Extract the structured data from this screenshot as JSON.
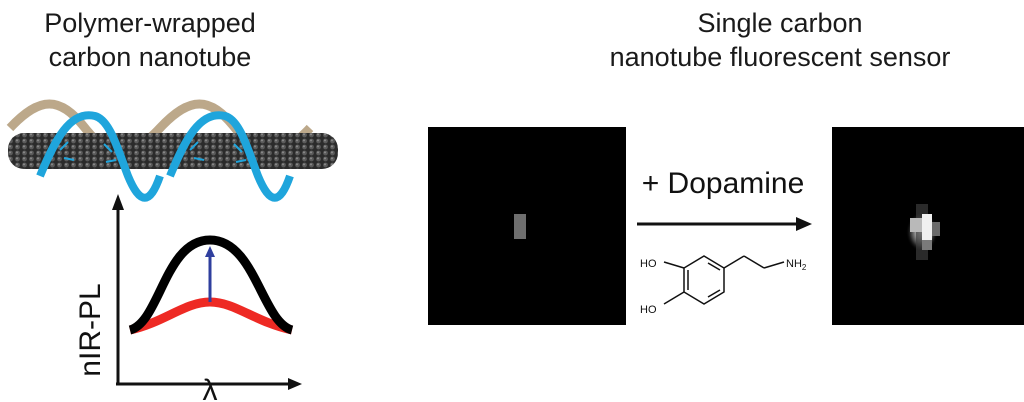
{
  "titles": {
    "left_line1": "Polymer-wrapped",
    "left_line2": "carbon nanotube",
    "right_line1": "Single carbon",
    "right_line2": "nanotube fluorescent sensor"
  },
  "spectrum": {
    "ylabel": "nIR-PL",
    "xlabel": "λ",
    "colors": {
      "before": "#ee2a24",
      "after": "#000000",
      "arrow": "#2f3f9e"
    }
  },
  "reaction": {
    "label": "+ Dopamine",
    "molecule": {
      "ho_top": "HO",
      "ho_bottom": "HO",
      "amine": "NH",
      "amine_sub": "2"
    }
  },
  "colors": {
    "tube": "#3a3a3a",
    "polymer_tan": "#bca88a",
    "polymer_blue": "#1fa5dc"
  }
}
